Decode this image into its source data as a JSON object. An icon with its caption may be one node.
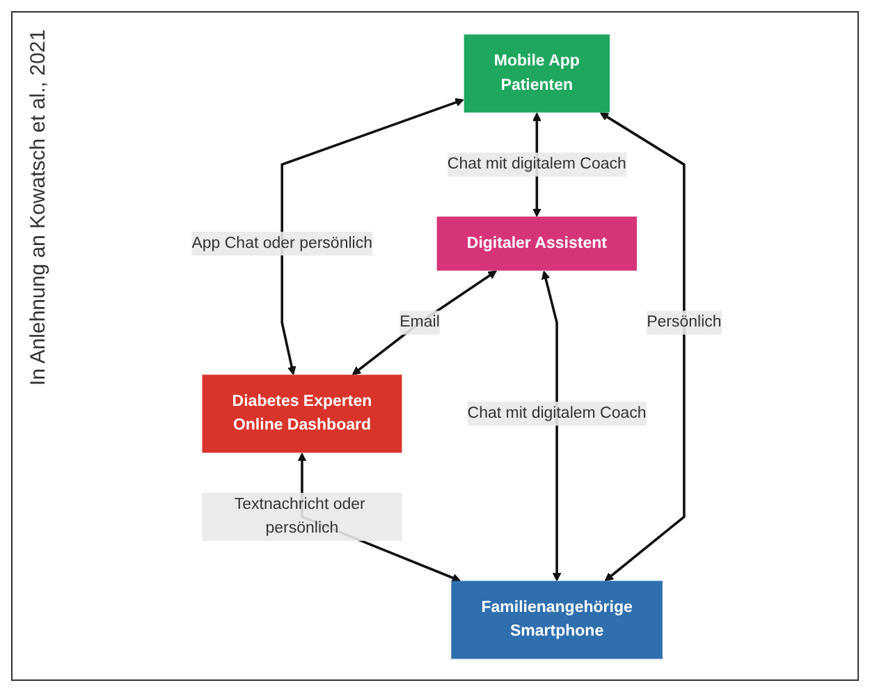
{
  "diagram": {
    "caption": "In Anlehnung an Kowatsch et al., 2021",
    "nodes": [
      {
        "text": [
          "Mobile App",
          "Patienten"
        ]
      },
      {
        "text": [
          "Digitaler Assistent"
        ]
      },
      {
        "text": [
          "Diabetes Experten",
          "Online Dashboard"
        ]
      },
      {
        "text": [
          "Familienangehörige",
          "Smartphone"
        ]
      }
    ],
    "edges": [
      {
        "from": 0,
        "to": 2,
        "arrow": "both",
        "label": "App Chat oder persönlich"
      },
      {
        "from": 0,
        "to": 1,
        "arrow": "both",
        "label": "Chat mit digitalem Coach"
      },
      {
        "from": 0,
        "to": 3,
        "arrow": "both",
        "label": "Persönlich"
      },
      {
        "from": 1,
        "to": 2,
        "arrow": "both",
        "label": "Email"
      },
      {
        "from": 1,
        "to": 3,
        "arrow": "both",
        "label": "Chat mit digitalem Coach"
      },
      {
        "from": 2,
        "to": 3,
        "arrow": "both",
        "label": "Textnachricht oder persönlich"
      }
    ]
  }
}
